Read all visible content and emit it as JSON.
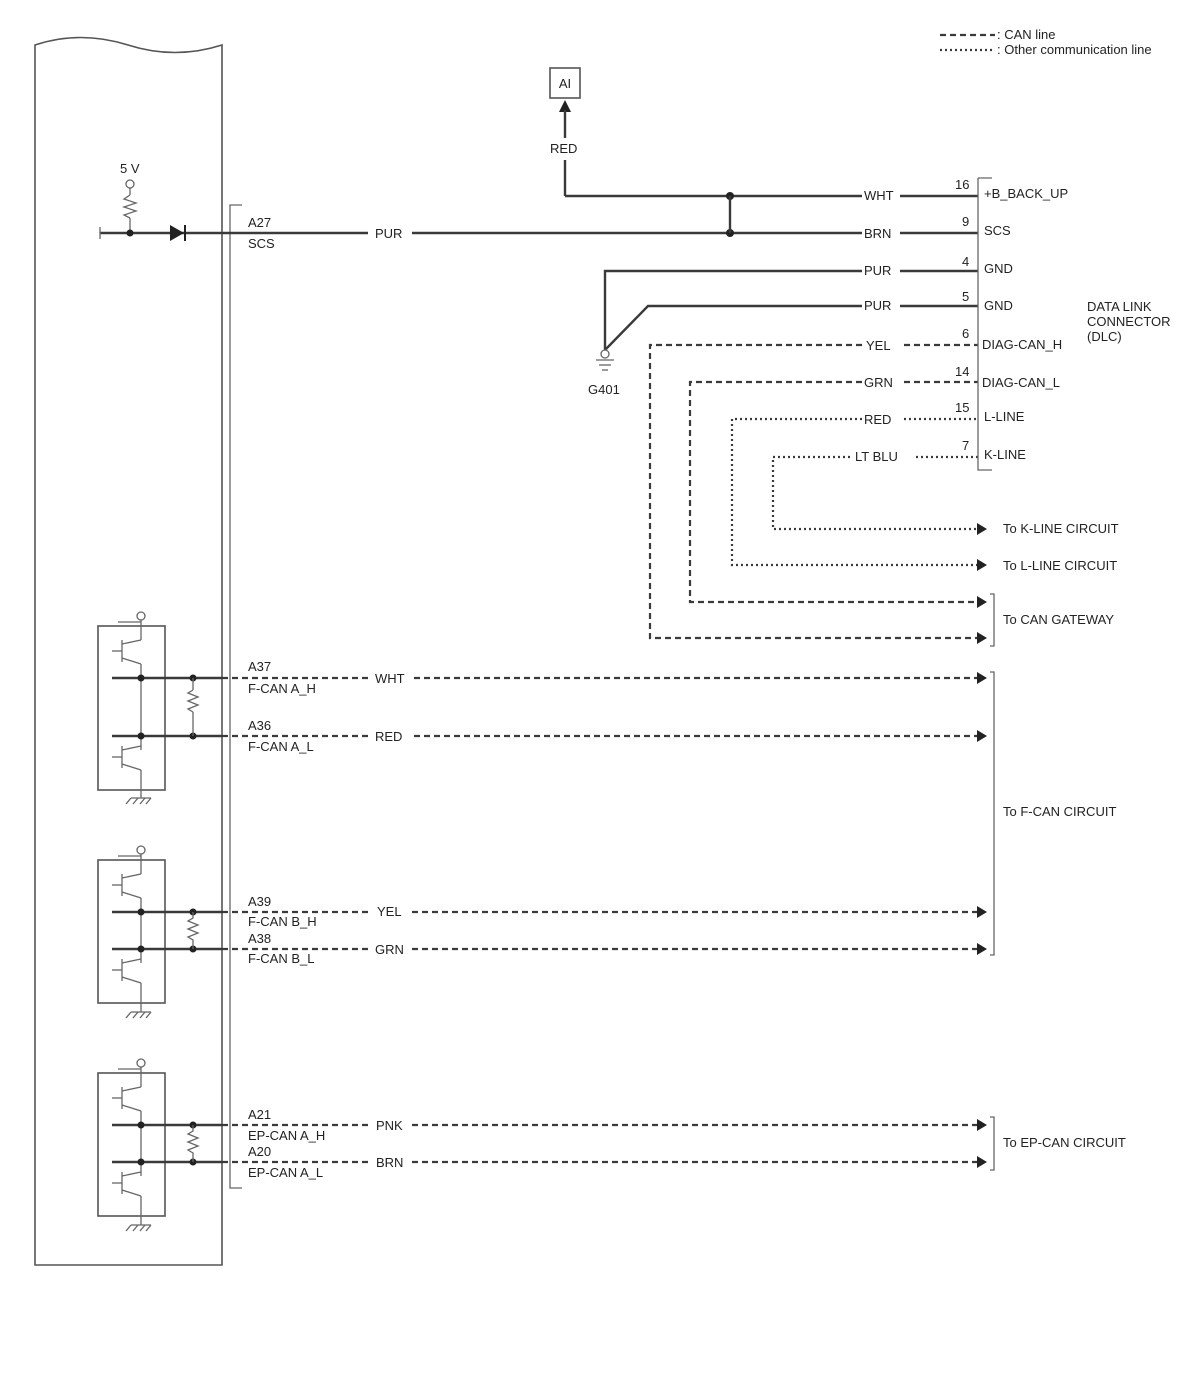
{
  "legend": {
    "can_line": ": CAN line",
    "other_line": ": Other communication line"
  },
  "ai_box": "AI",
  "ai_wire_color": "RED",
  "supply_voltage": "5 V",
  "ground": "G401",
  "dlc": {
    "label_line1": "DATA LINK",
    "label_line2": "CONNECTOR",
    "label_line3": "(DLC)",
    "pins": [
      {
        "num": "16",
        "name": "+B_BACK_UP",
        "color": "WHT"
      },
      {
        "num": "9",
        "name": "SCS",
        "color": "BRN"
      },
      {
        "num": "4",
        "name": "GND",
        "color": "PUR"
      },
      {
        "num": "5",
        "name": "GND",
        "color": "PUR"
      },
      {
        "num": "6",
        "name": "DIAG-CAN_H",
        "color": "YEL"
      },
      {
        "num": "14",
        "name": "DIAG-CAN_L",
        "color": "GRN"
      },
      {
        "num": "15",
        "name": "L-LINE",
        "color": "RED"
      },
      {
        "num": "7",
        "name": "K-LINE",
        "color": "LT BLU"
      }
    ]
  },
  "terminals": [
    {
      "pin": "A27",
      "name": "SCS",
      "color": "PUR"
    },
    {
      "pin": "A37",
      "name": "F-CAN A_H",
      "color": "WHT"
    },
    {
      "pin": "A36",
      "name": "F-CAN A_L",
      "color": "RED"
    },
    {
      "pin": "A39",
      "name": "F-CAN B_H",
      "color": "YEL"
    },
    {
      "pin": "A38",
      "name": "F-CAN B_L",
      "color": "GRN"
    },
    {
      "pin": "A21",
      "name": "EP-CAN A_H",
      "color": "PNK"
    },
    {
      "pin": "A20",
      "name": "EP-CAN A_L",
      "color": "BRN"
    }
  ],
  "destinations": {
    "k_line": "To K-LINE CIRCUIT",
    "l_line": "To L-LINE CIRCUIT",
    "can_gateway": "To CAN GATEWAY",
    "f_can": "To F-CAN CIRCUIT",
    "ep_can": "To EP-CAN CIRCUIT"
  }
}
